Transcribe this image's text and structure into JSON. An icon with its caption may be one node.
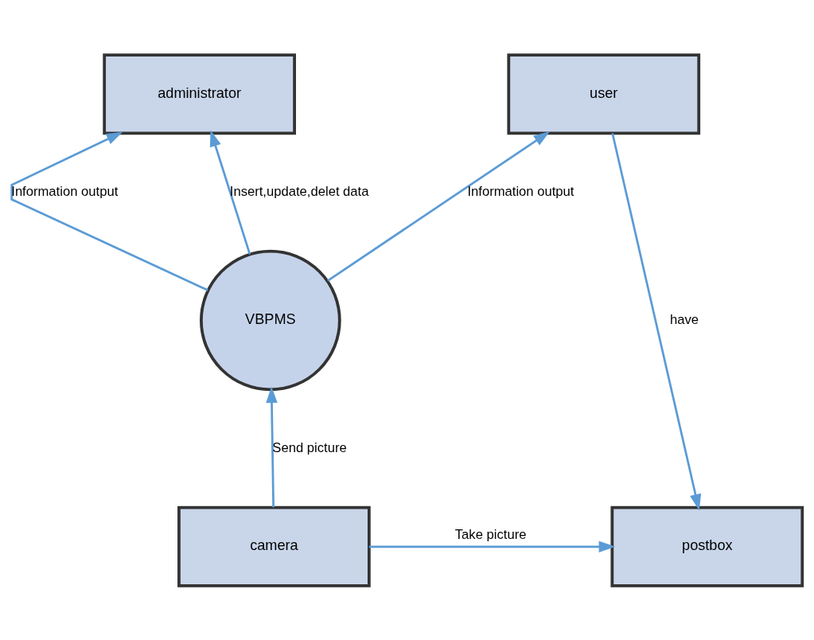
{
  "diagram": {
    "nodes": [
      {
        "text": [
          "user"
        ]
      },
      {
        "text": [
          "administrator"
        ]
      },
      {
        "text": [
          "VBPMS"
        ]
      },
      {
        "text": [
          "postbox"
        ]
      },
      {
        "text": [
          "camera"
        ]
      }
    ],
    "edges": [
      {
        "from": 2,
        "to": 0,
        "arrow": "to",
        "label": "Information output"
      },
      {
        "from": 2,
        "to": 1,
        "arrow": "to",
        "label": "Information output"
      },
      {
        "from": 2,
        "to": 1,
        "arrow": "to",
        "label": "Insert,update,delet data"
      },
      {
        "from": 4,
        "to": 2,
        "arrow": "to",
        "label": "Send picture"
      },
      {
        "from": 0,
        "to": 3,
        "arrow": "to",
        "label": "have"
      },
      {
        "from": 4,
        "to": 3,
        "arrow": "to",
        "label": "Take picture"
      }
    ]
  }
}
